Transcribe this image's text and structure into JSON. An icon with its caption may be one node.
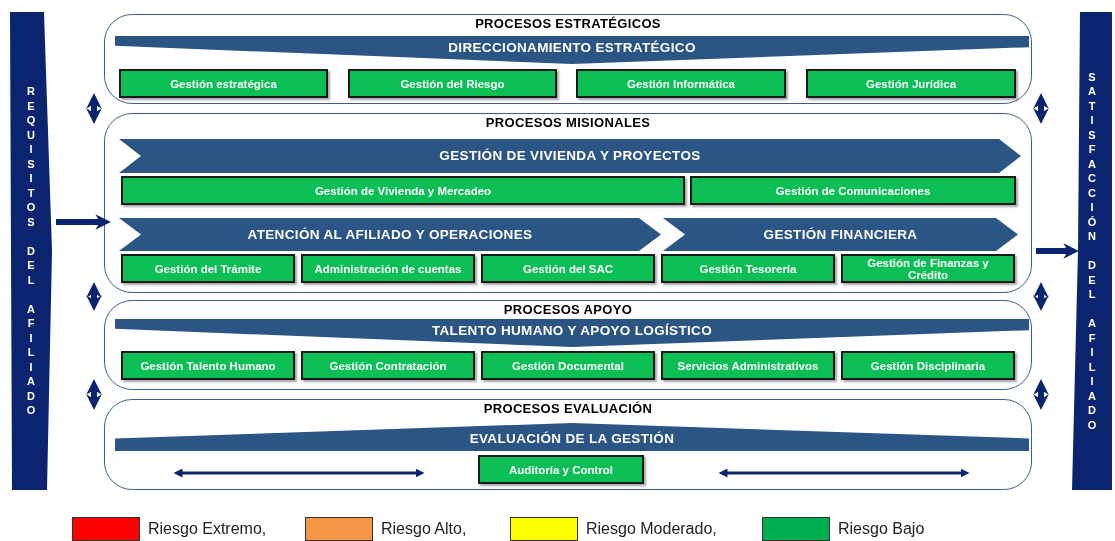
{
  "diagram": {
    "nodes": [
      {
        "text": [
          "REQUISITOS DEL AFILIADO"
        ]
      },
      {
        "text": [
          "PROCESOS ESTRATÉGICOS"
        ]
      },
      {
        "text": [
          "DIRECCIONAMIENTO ESTRATÉGICO"
        ],
        "in": 1
      },
      {
        "text": [
          "Gestión estratégica"
        ],
        "in": 1
      },
      {
        "text": [
          "Gestión del Riesgo"
        ],
        "in": 1
      },
      {
        "text": [
          "Gestión Informática"
        ],
        "in": 1
      },
      {
        "text": [
          "Gestión Jurídica"
        ],
        "in": 1
      },
      {
        "text": [
          "PROCESOS MISIONALES"
        ]
      },
      {
        "text": [
          "GESTIÓN DE VIVIENDA Y PROYECTOS"
        ],
        "in": 7
      },
      {
        "text": [
          "Gestión de Vivienda y Mercadeo"
        ],
        "in": 7
      },
      {
        "text": [
          "Gestión de Comunicaciones"
        ],
        "in": 7
      },
      {
        "text": [
          "ATENCIÓN AL AFILIADO Y OPERACIONES"
        ],
        "in": 7
      },
      {
        "text": [
          "GESTIÓN FINANCIERA"
        ],
        "in": 7
      },
      {
        "text": [
          "Gestión del Trámite"
        ],
        "in": 7
      },
      {
        "text": [
          "Administración de cuentas"
        ],
        "in": 7
      },
      {
        "text": [
          "Gestión del SAC"
        ],
        "in": 7
      },
      {
        "text": [
          "Gestión Tesorería"
        ],
        "in": 7
      },
      {
        "text": [
          "Gestión de Finanzas y Crédito"
        ],
        "in": 7
      },
      {
        "text": [
          "PROCESOS APOYO"
        ]
      },
      {
        "text": [
          "TALENTO HUMANO Y APOYO LOGÍSTICO"
        ],
        "in": 18
      },
      {
        "text": [
          "Gestión Talento Humano"
        ],
        "in": 18
      },
      {
        "text": [
          "Gestión Contratación"
        ],
        "in": 18
      },
      {
        "text": [
          "Gestión Documental"
        ],
        "in": 18
      },
      {
        "text": [
          "Servicios Administrativos"
        ],
        "in": 18
      },
      {
        "text": [
          "Gestión Disciplinaria"
        ],
        "in": 18
      },
      {
        "text": [
          "PROCESOS EVALUACIÓN"
        ]
      },
      {
        "text": [
          "EVALUACIÓN DE LA GESTIÓN"
        ],
        "in": 25
      },
      {
        "text": [
          "Auditoría y Control"
        ],
        "in": 25
      },
      {
        "text": [
          "SATISFACCIÓN DEL AFILIADO"
        ]
      }
    ],
    "edges": [
      {
        "from": 0,
        "to": 7,
        "arrow": "to"
      },
      {
        "from": 7,
        "to": 28,
        "arrow": "to"
      },
      {
        "from": 1,
        "to": 7,
        "arrow": "both"
      },
      {
        "from": 1,
        "to": 7,
        "arrow": "both"
      },
      {
        "from": 7,
        "to": 18,
        "arrow": "both"
      },
      {
        "from": 7,
        "to": 18,
        "arrow": "both"
      },
      {
        "from": 18,
        "to": 25,
        "arrow": "both"
      },
      {
        "from": 18,
        "to": 25,
        "arrow": "both"
      }
    ],
    "legend": [
      {
        "text": "Riesgo Extremo,",
        "color": "#ff0000"
      },
      {
        "text": "Riesgo Alto,",
        "color": "#f79646"
      },
      {
        "text": "Riesgo Moderado,",
        "color": "#ffff00"
      },
      {
        "text": "Riesgo Bajo",
        "color": "#00b050"
      }
    ]
  }
}
